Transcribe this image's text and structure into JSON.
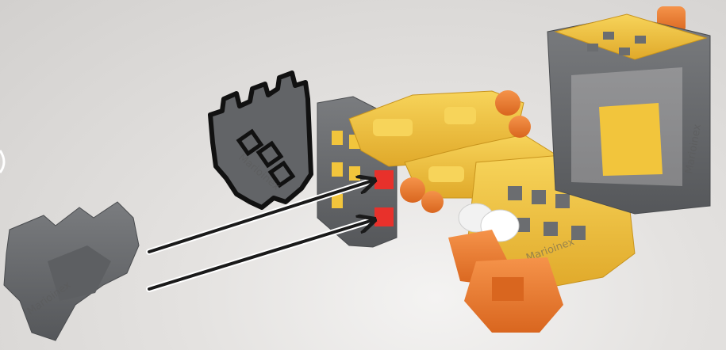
{
  "scene": {
    "description_label": "",
    "brand_marks": [
      "Marioinex",
      "Marioinex",
      "Marioinex",
      "Marioinex",
      "Marioinex"
    ]
  },
  "colors": {
    "background": "#dcdad8",
    "gray_block": "#6b6d70",
    "yellow_block": "#f2c53c",
    "orange_block": "#f07f2e",
    "red_highlight": "#e8312b",
    "white_block": "#f2f2f2",
    "arrow": "#1a1a1a"
  }
}
